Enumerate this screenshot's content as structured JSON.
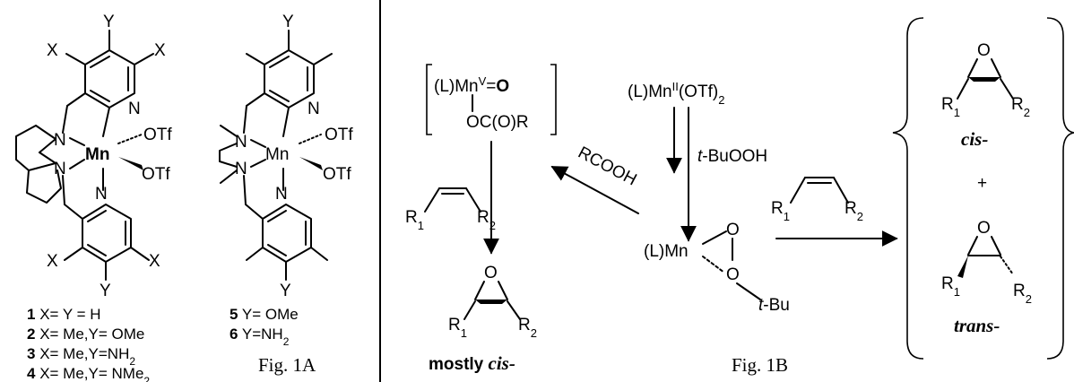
{
  "panel_a": {
    "complex1": {
      "metal": "Mn",
      "ligand_a": "OTf",
      "ligand_b": "OTf",
      "N": "N",
      "X": "X",
      "Y": "Y"
    },
    "complex2": {
      "metal": "Mn",
      "ligand_a": "OTf",
      "ligand_b": "OTf",
      "N": "N",
      "Y": "Y"
    },
    "legend_left": [
      {
        "num": "1",
        "text": " X= Y = H"
      },
      {
        "num": "2",
        "text": " X= Me,Y= OMe"
      },
      {
        "num": "3",
        "text": " X= Me,Y=NH",
        "sub": "2"
      },
      {
        "num": "4",
        "text": " X= Me,Y= NMe",
        "sub": "2"
      }
    ],
    "legend_right": [
      {
        "num": "5",
        "text": " Y= OMe"
      },
      {
        "num": "6",
        "text": " Y=NH",
        "sub": "2"
      }
    ],
    "caption": "Fig. 1A"
  },
  "panel_b": {
    "high_valent": {
      "line1_pre": "(L)Mn",
      "line1_sup": "V",
      "line1_post": "=",
      "oxo": "O",
      "line2": "OC(O)R"
    },
    "mn2_start": {
      "pre": "(L)Mn",
      "sup": "II",
      "post": "(OTf)",
      "sub": "2"
    },
    "oxidant": {
      "prefix": "t",
      "rest": "-BuOOH"
    },
    "acid": "RCOOH",
    "alkylperoxo": {
      "metal": "(L)Mn",
      "o1": "O",
      "o2": "O",
      "tbu_prefix": "t",
      "tbu_rest": "-Bu"
    },
    "alkene": {
      "r1": "R",
      "r1_sub": "1",
      "r2": "R",
      "r2_sub": "2"
    },
    "epoxide_left": {
      "o": "O",
      "r1": "R",
      "r1_sub": "1",
      "r2": "R",
      "r2_sub": "2",
      "label_pre": "mostly ",
      "label_it": "cis-"
    },
    "products": {
      "cis": {
        "o": "O",
        "r1": "R",
        "r1_sub": "1",
        "r2": "R",
        "r2_sub": "2",
        "label": "cis-"
      },
      "plus": "+",
      "trans": {
        "o": "O",
        "r1": "R",
        "r1_sub": "1",
        "r2": "R",
        "r2_sub": "2",
        "label": "trans-"
      }
    },
    "caption": "Fig. 1B"
  }
}
